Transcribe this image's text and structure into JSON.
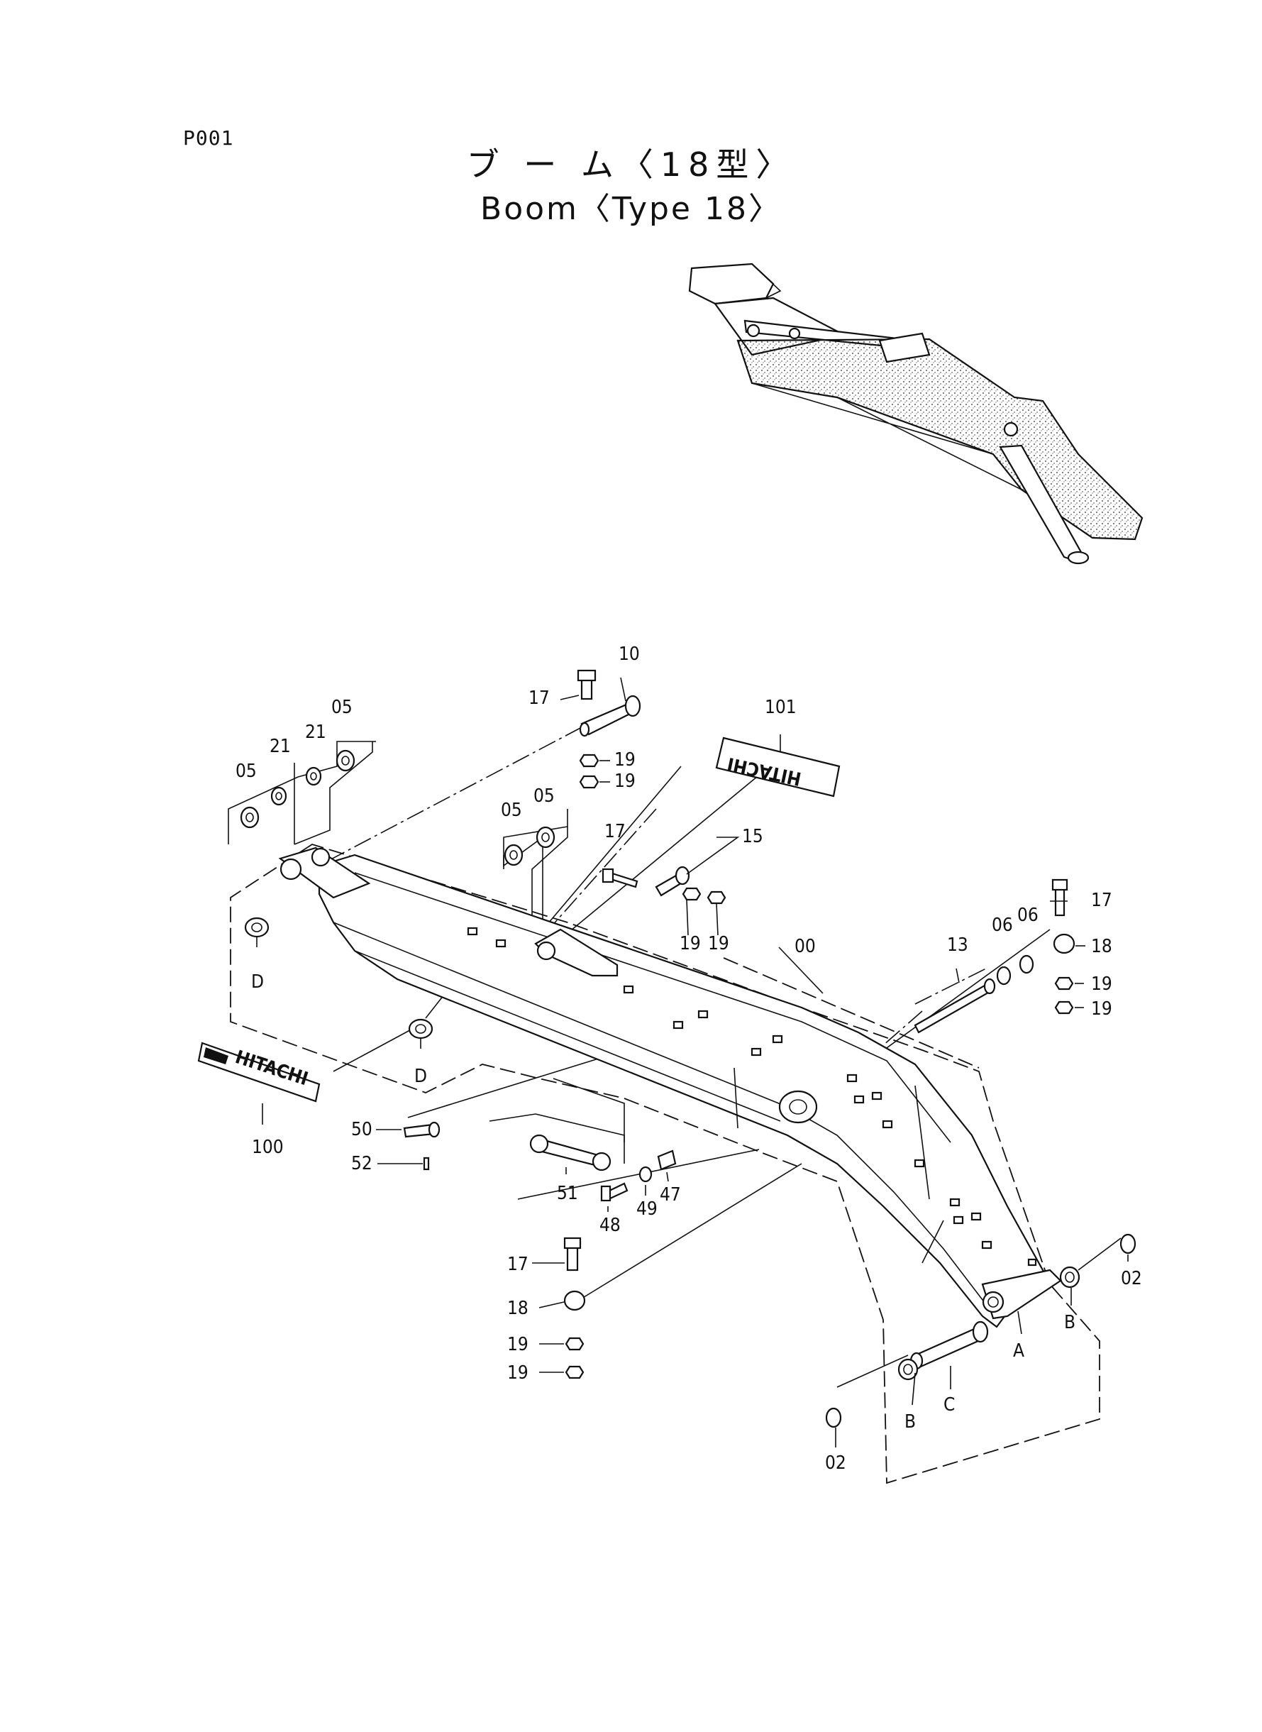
{
  "page": {
    "page_code": "P001",
    "title_jp": "ブ ー ム〈18型〉",
    "title_en": "Boom〈Type 18〉"
  },
  "labels": {
    "l00": "00",
    "l02a": "02",
    "l02b": "02",
    "l05a": "05",
    "l05b": "05",
    "l05c": "05",
    "l05d": "05",
    "l06a": "06",
    "l06b": "06",
    "l10": "10",
    "l13": "13",
    "l15": "15",
    "l17a": "17",
    "l17b": "17",
    "l17c": "17",
    "l17d": "17",
    "l18a": "18",
    "l18b": "18",
    "l19a": "19",
    "l19b": "19",
    "l19c": "19",
    "l19d": "19",
    "l19e": "19",
    "l19f": "19",
    "l19g": "19",
    "l19h": "19",
    "l21a": "21",
    "l21b": "21",
    "l47": "47",
    "l48": "48",
    "l49": "49",
    "l50": "50",
    "l51": "51",
    "l52": "52",
    "l100": "100",
    "l101": "101",
    "lA": "A",
    "lB1": "B",
    "lB2": "B",
    "lC": "C",
    "lD1": "D",
    "lD2": "D"
  },
  "decals": {
    "decal_100_text": "HITACHI",
    "decal_101_text": "HITACHI"
  }
}
